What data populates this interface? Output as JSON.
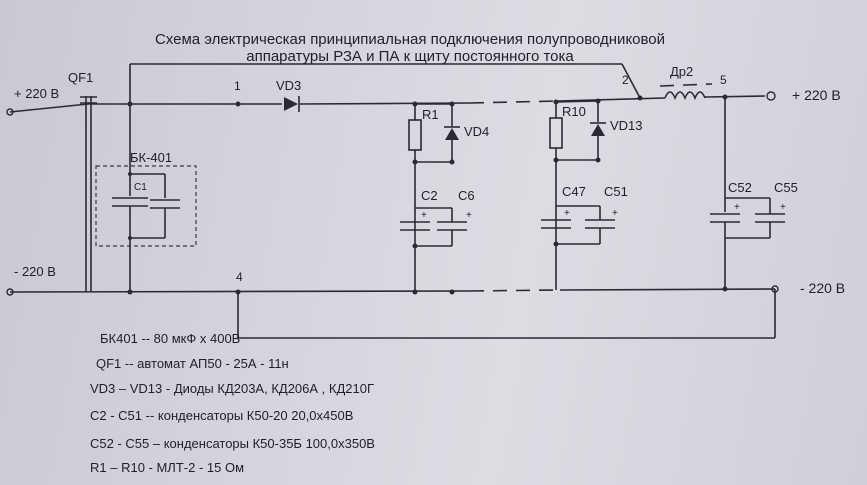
{
  "title": {
    "line1": "Схема электрическая принципиальная подключения полупроводниковой",
    "line2": "аппаратуры РЗА и ПА к щиту постоянного тока"
  },
  "labels": {
    "qf1": "QF1",
    "plus_in": "+ 220 В",
    "minus_in": "- 220 В",
    "plus_out": "+ 220 В",
    "minus_out": "- 220 В",
    "node1": "1",
    "node2": "2",
    "node4": "4",
    "node5": "5",
    "vd3": "VD3",
    "dr2": "Др2",
    "bk401": "БК-401",
    "c1": "C1",
    "r1": "R1",
    "vd4": "VD4",
    "r10": "R10",
    "vd13": "VD13",
    "c2": "C2",
    "c6": "C6",
    "c47": "C47",
    "c51": "C51",
    "c52": "C52",
    "c55": "C55",
    "plus": "+"
  },
  "legend": [
    "БК401 -- 80 мкФ х 400В",
    "QF1 -- автомат АП50 - 25А - 11н",
    "VD3 – VD13 - Диоды КД203А, КД206А , КД210Г",
    "C2 - C51 -- конденсаторы К50-20 20,0х450В",
    "C52  - C55 – конденсаторы К50-35Б 100,0х350В",
    "R1 – R10  - МЛТ-2  - 15 Ом"
  ]
}
